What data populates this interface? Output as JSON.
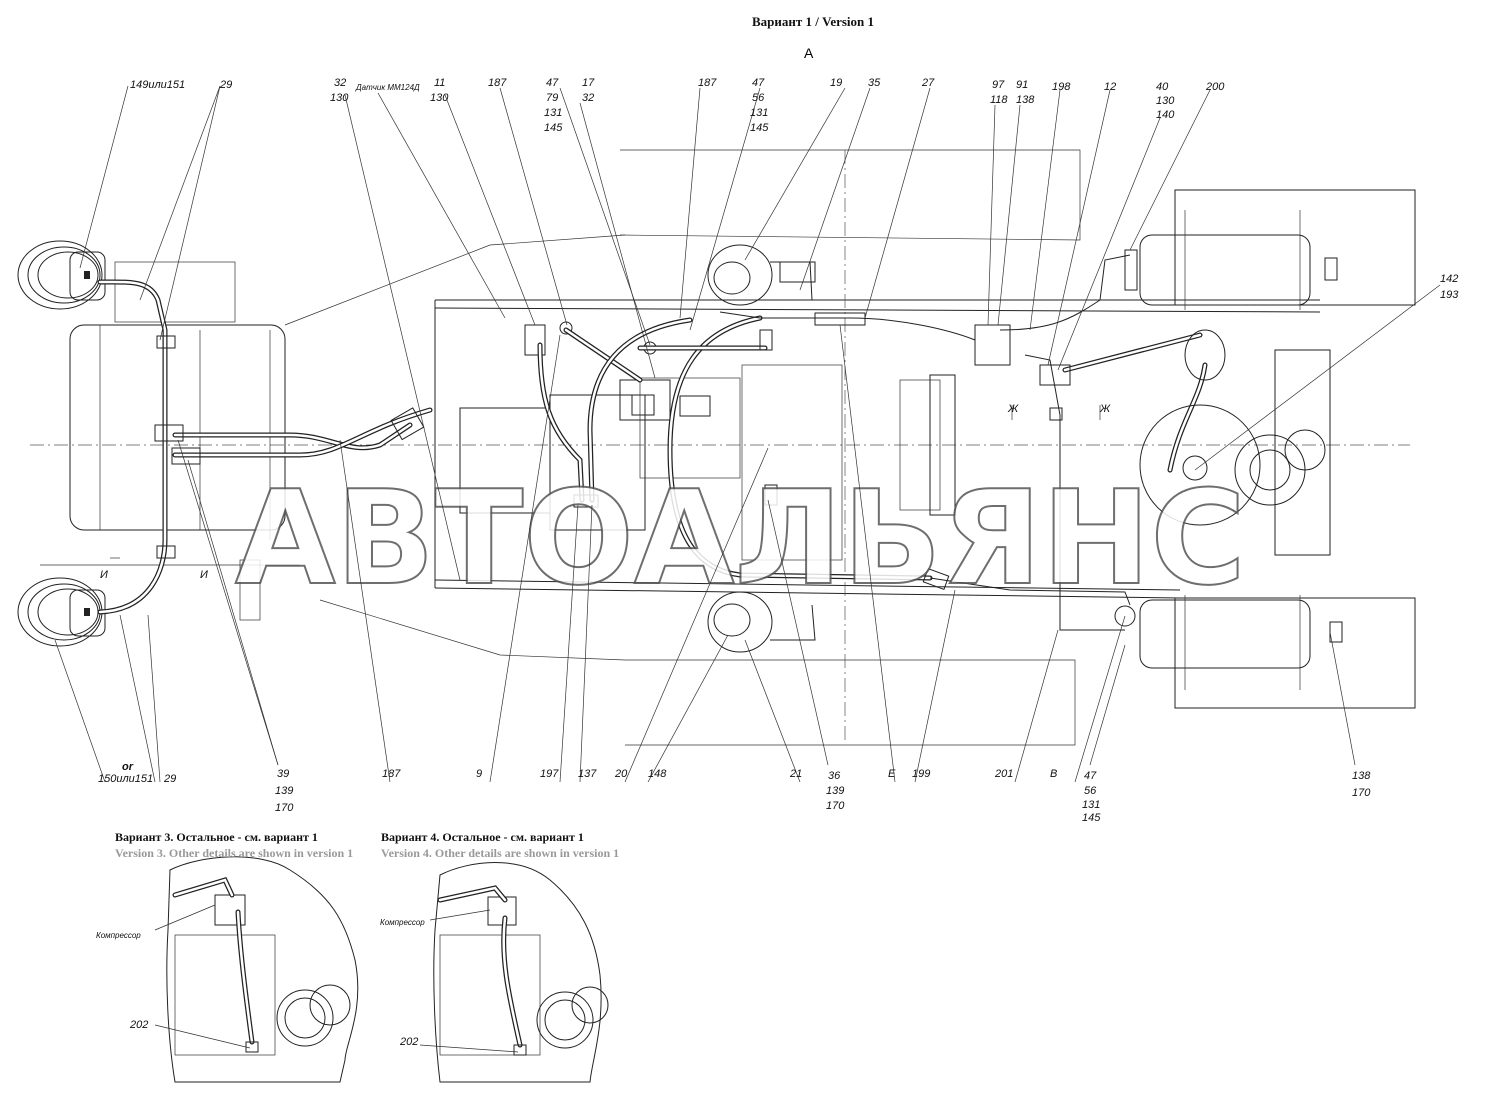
{
  "header": {
    "title": "Вариант 1 / Version 1",
    "view_label": "А"
  },
  "watermark": "АВТОАЛЬЯНС",
  "callouts_top": [
    {
      "id": "c149",
      "lines": [
        "149или151"
      ]
    },
    {
      "id": "c29a",
      "lines": [
        "29"
      ]
    },
    {
      "id": "c32",
      "lines": [
        "32",
        "130"
      ]
    },
    {
      "id": "c_sensor",
      "lines": [
        "Датчик ММ124Д"
      ]
    },
    {
      "id": "c11",
      "lines": [
        "11",
        "130"
      ]
    },
    {
      "id": "c187a",
      "lines": [
        "187"
      ]
    },
    {
      "id": "c47a",
      "lines": [
        "47",
        "79",
        "131",
        "145"
      ]
    },
    {
      "id": "c17",
      "lines": [
        "17",
        "32"
      ]
    },
    {
      "id": "c187b",
      "lines": [
        "187"
      ]
    },
    {
      "id": "c47b",
      "lines": [
        "47",
        "56",
        "131",
        "145"
      ]
    },
    {
      "id": "c19",
      "lines": [
        "19"
      ]
    },
    {
      "id": "c35",
      "lines": [
        "35"
      ]
    },
    {
      "id": "c27",
      "lines": [
        "27"
      ]
    },
    {
      "id": "c97",
      "lines": [
        "97",
        "118"
      ]
    },
    {
      "id": "c91",
      "lines": [
        "91",
        "138"
      ]
    },
    {
      "id": "c198",
      "lines": [
        "198"
      ]
    },
    {
      "id": "c12",
      "lines": [
        "12"
      ]
    },
    {
      "id": "c40",
      "lines": [
        "40",
        "130",
        "140"
      ]
    },
    {
      "id": "c200",
      "lines": [
        "200"
      ]
    },
    {
      "id": "c142",
      "lines": [
        "142",
        "193"
      ]
    }
  ],
  "callouts_bottom": [
    {
      "id": "c150",
      "lines": [
        "or",
        "150или151"
      ]
    },
    {
      "id": "c29b",
      "lines": [
        "29"
      ]
    },
    {
      "id": "c39",
      "lines": [
        "39",
        "139",
        "170"
      ]
    },
    {
      "id": "c187c",
      "lines": [
        "187"
      ]
    },
    {
      "id": "c9",
      "lines": [
        "9"
      ]
    },
    {
      "id": "c197",
      "lines": [
        "197"
      ]
    },
    {
      "id": "c137",
      "lines": [
        "137"
      ]
    },
    {
      "id": "c20",
      "lines": [
        "20"
      ]
    },
    {
      "id": "c148",
      "lines": [
        "148"
      ]
    },
    {
      "id": "c21",
      "lines": [
        "21"
      ]
    },
    {
      "id": "c36",
      "lines": [
        "36",
        "139",
        "170"
      ]
    },
    {
      "id": "cE",
      "lines": [
        "Е"
      ]
    },
    {
      "id": "c199",
      "lines": [
        "199"
      ]
    },
    {
      "id": "c201",
      "lines": [
        "201"
      ]
    },
    {
      "id": "cB",
      "lines": [
        "В"
      ]
    },
    {
      "id": "c47c",
      "lines": [
        "47",
        "56",
        "131",
        "145"
      ]
    },
    {
      "id": "c138",
      "lines": [
        "138",
        "170"
      ]
    }
  ],
  "section_marks": {
    "i_left": "И",
    "i_right": "И",
    "zh_left": "Ж",
    "zh_right": "Ж"
  },
  "variant3": {
    "title": "Вариант 3. Остальное - см. вариант 1",
    "subtitle": "Version 3. Other details are shown in version 1",
    "compressor_label": "Компрессор",
    "part_label": "202"
  },
  "variant4": {
    "title": "Вариант 4. Остальное - см. вариант 1",
    "subtitle": "Version 4. Other details are shown in version 1",
    "compressor_label": "Компрессор",
    "part_label": "202"
  }
}
